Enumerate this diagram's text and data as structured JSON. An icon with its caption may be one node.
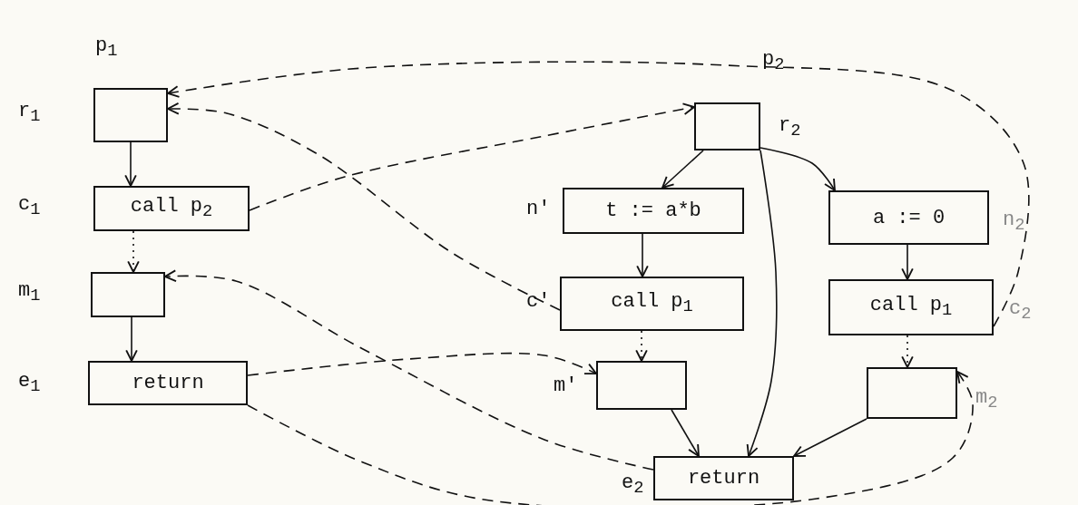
{
  "diagram": {
    "nodes": [
      {
        "text": [],
        "shape": "box",
        "beside": [
          "r$_{1}$"
        ]
      },
      {
        "text": [
          "call p$_{2}$"
        ],
        "beside": [
          "c$_{1}$"
        ]
      },
      {
        "text": [],
        "shape": "box",
        "beside": [
          "m$_{1}$"
        ]
      },
      {
        "text": [
          "return"
        ],
        "beside": [
          "e$_{1}$"
        ]
      },
      {
        "text": [],
        "shape": "box",
        "beside": [
          "r$_{2}$"
        ]
      },
      {
        "text": [
          "t := a*b"
        ],
        "beside": [
          "n'"
        ]
      },
      {
        "text": [
          "call p$_{1}$"
        ],
        "beside": [
          "c'"
        ]
      },
      {
        "text": [],
        "shape": "box",
        "beside": [
          "m'"
        ]
      },
      {
        "text": [
          "a := 0"
        ],
        "beside": [
          "n$_{2}$"
        ]
      },
      {
        "text": [
          "call p$_{1}$"
        ],
        "beside": [
          "c$_{2}$"
        ]
      },
      {
        "text": [],
        "shape": "box",
        "beside": [
          "m$_{2}$"
        ]
      },
      {
        "text": [
          "return"
        ],
        "beside": [
          "e$_{2}$"
        ]
      }
    ],
    "edges": [
      {
        "from": 0,
        "to": 1,
        "arrow": "to"
      },
      {
        "from": 1,
        "to": 2,
        "arrow": "to",
        "style": "dashed"
      },
      {
        "from": 2,
        "to": 3,
        "arrow": "to"
      },
      {
        "from": 1,
        "to": 4,
        "arrow": "to",
        "style": "dashed"
      },
      {
        "from": 9,
        "to": 0,
        "arrow": "to",
        "style": "dashed"
      },
      {
        "from": 6,
        "to": 0,
        "arrow": "to",
        "style": "dashed"
      },
      {
        "from": 3,
        "to": 7,
        "arrow": "to",
        "style": "dashed"
      },
      {
        "from": 3,
        "to": 10,
        "arrow": "to",
        "style": "dashed"
      },
      {
        "from": 11,
        "to": 2,
        "arrow": "to",
        "style": "dashed"
      },
      {
        "from": 4,
        "to": 5,
        "arrow": "to"
      },
      {
        "from": 4,
        "to": 8,
        "arrow": "to"
      },
      {
        "from": 4,
        "to": 11,
        "arrow": "to"
      },
      {
        "from": 5,
        "to": 6,
        "arrow": "to"
      },
      {
        "from": 6,
        "to": 7,
        "arrow": "to",
        "style": "dashed"
      },
      {
        "from": 8,
        "to": 9,
        "arrow": "to"
      },
      {
        "from": 9,
        "to": 10,
        "arrow": "to",
        "style": "dashed"
      },
      {
        "from": 7,
        "to": 11,
        "arrow": "to"
      },
      {
        "from": 10,
        "to": 11,
        "arrow": "to"
      }
    ],
    "labels": [
      "p$_{1}$",
      "p$_{2}$"
    ]
  }
}
